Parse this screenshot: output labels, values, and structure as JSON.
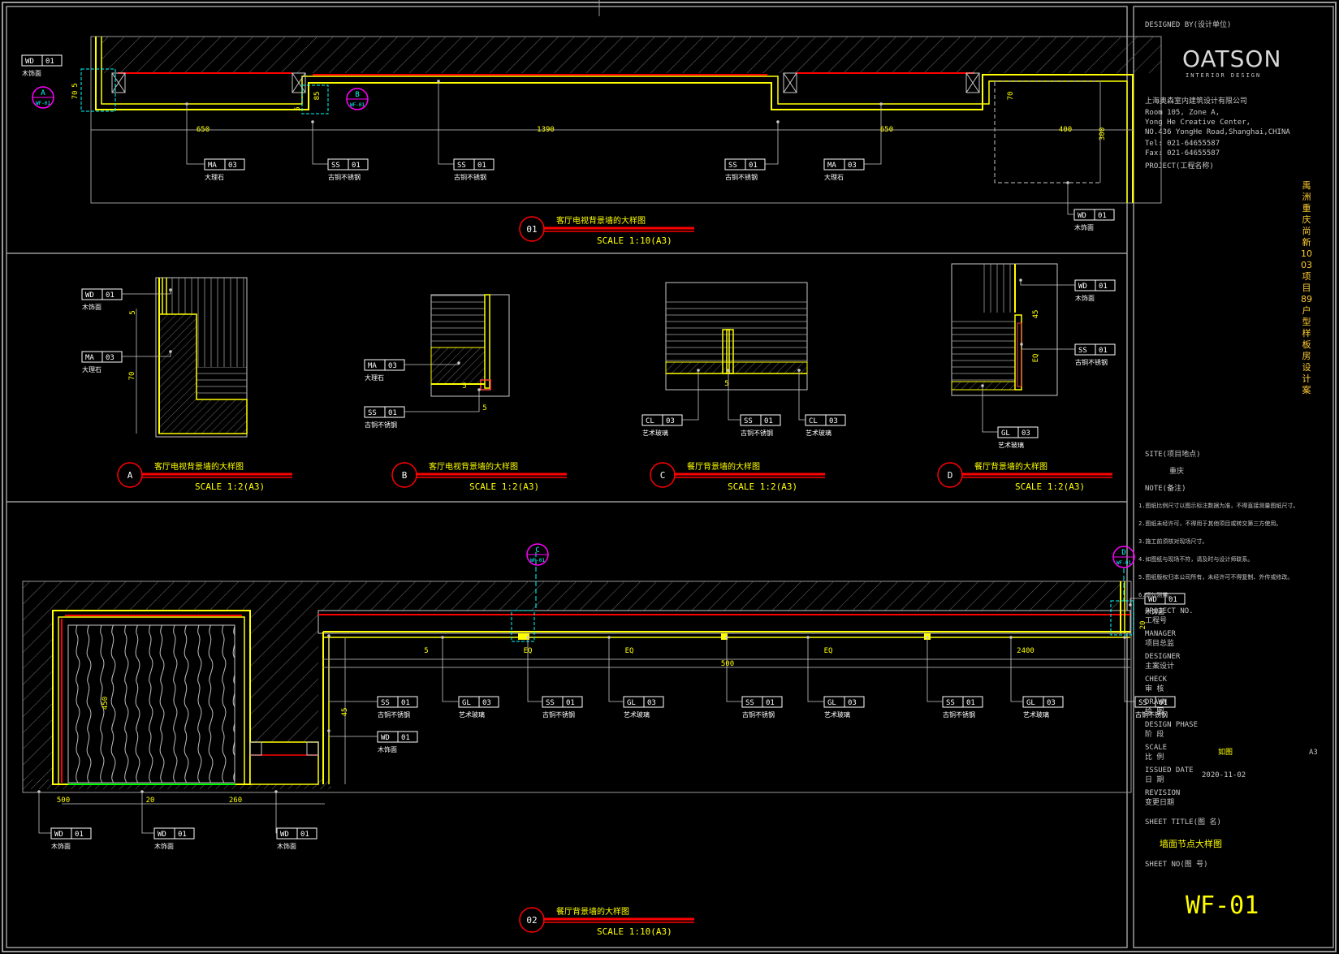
{
  "colors": {
    "background": "#000000",
    "frame": "#9a9a9a",
    "wall": "#ffff00",
    "title_bar": "#ff0000",
    "tag": "#ffffff",
    "marker": "#ff00ff",
    "detail": "#00ffff",
    "hatch": "#7a7a7a"
  },
  "views": [
    {
      "id": "01",
      "title": "客厅电视背景墙的大样图",
      "scale": "SCALE 1:10(A3)"
    },
    {
      "id": "A",
      "title": "客厅电视背景墙的大样图",
      "scale": "SCALE 1:2(A3)"
    },
    {
      "id": "B",
      "title": "客厅电视背景墙的大样图",
      "scale": "SCALE 1:2(A3)"
    },
    {
      "id": "C",
      "title": "餐厅背景墙的大样图",
      "scale": "SCALE 1:2(A3)"
    },
    {
      "id": "D",
      "title": "餐厅背景墙的大样图",
      "scale": "SCALE 1:2(A3)"
    },
    {
      "id": "02",
      "title": "餐厅背景墙的大样图",
      "scale": "SCALE 1:10(A3)"
    }
  ],
  "detail_markers": [
    {
      "id": "A",
      "ref": "WF-01"
    },
    {
      "id": "B",
      "ref": "WF-01"
    },
    {
      "id": "C",
      "ref": "WF-01"
    },
    {
      "id": "D",
      "ref": "WF-01"
    }
  ],
  "material_tags": [
    {
      "code": "WD",
      "num": "01",
      "label": "木饰面"
    },
    {
      "code": "MA",
      "num": "03",
      "label": "大理石"
    },
    {
      "code": "SS",
      "num": "01",
      "label": "古铜不锈钢"
    },
    {
      "code": "SS",
      "num": "01",
      "label": "古铜不锈钢"
    },
    {
      "code": "SS",
      "num": "01",
      "label": "古铜不锈钢"
    },
    {
      "code": "MA",
      "num": "03",
      "label": "大理石"
    },
    {
      "code": "WD",
      "num": "01",
      "label": "木饰面"
    },
    {
      "code": "WD",
      "num": "01",
      "label": "木饰面"
    },
    {
      "code": "MA",
      "num": "03",
      "label": "大理石"
    },
    {
      "code": "MA",
      "num": "03",
      "label": "大理石"
    },
    {
      "code": "SS",
      "num": "01",
      "label": "古铜不锈钢"
    },
    {
      "code": "CL",
      "num": "03",
      "label": "艺术玻璃"
    },
    {
      "code": "SS",
      "num": "01",
      "label": "古铜不锈钢"
    },
    {
      "code": "CL",
      "num": "03",
      "label": "艺术玻璃"
    },
    {
      "code": "WD",
      "num": "01",
      "label": "木饰面"
    },
    {
      "code": "SS",
      "num": "01",
      "label": "古铜不锈钢"
    },
    {
      "code": "GL",
      "num": "03",
      "label": "艺术玻璃"
    },
    {
      "code": "SS",
      "num": "01",
      "label": "古铜不锈钢"
    },
    {
      "code": "GL",
      "num": "03",
      "label": "艺术玻璃"
    },
    {
      "code": "SS",
      "num": "01",
      "label": "古铜不锈钢"
    },
    {
      "code": "GL",
      "num": "03",
      "label": "艺术玻璃"
    },
    {
      "code": "SS",
      "num": "01",
      "label": "古铜不锈钢"
    },
    {
      "code": "GL",
      "num": "03",
      "label": "艺术玻璃"
    },
    {
      "code": "SS",
      "num": "01",
      "label": "古铜不锈钢"
    },
    {
      "code": "GL",
      "num": "03",
      "label": "艺术玻璃"
    },
    {
      "code": "SS",
      "num": "01",
      "label": "古铜不锈钢"
    },
    {
      "code": "WD",
      "num": "01",
      "label": "木饰面"
    },
    {
      "code": "WD",
      "num": "01",
      "label": "木饰面"
    },
    {
      "code": "WD",
      "num": "01",
      "label": "木饰面"
    },
    {
      "code": "WD",
      "num": "01",
      "label": "木饰面"
    },
    {
      "code": "WD",
      "num": "01",
      "label": "木饰面"
    }
  ],
  "dimensions": [
    "650",
    "1390",
    "650",
    "400",
    "300",
    "70",
    "70",
    "5",
    "85",
    "5",
    "70",
    "5",
    "5",
    "5",
    "5",
    "45",
    "EQ",
    "5",
    "EQ",
    "EQ",
    "EQ",
    "2400",
    "500",
    "450",
    "45",
    "20",
    "500",
    "20",
    "260"
  ],
  "title_block": {
    "designed_by": "DESIGNED BY(设计单位)",
    "logo": "OATSON",
    "logo_sub": "INTERIOR DESIGN",
    "company": [
      "上海奥森室内建筑设计有限公司",
      "Room 105, Zone A,",
      "Yong He Creative Center,",
      "NO.436 YongHe Road,Shanghai,CHINA",
      "Tel:   021-64655587",
      "Fax:  021-64655587"
    ],
    "project_label": "PROJECT(工程名称)",
    "project_name": "禹洲重庆尚新1003项目89户型样板房设计案",
    "site_label": "SITE(项目地点)",
    "site_value": "重庆",
    "note_label": "NOTE(备注)",
    "notes": [
      "1.图纸比例尺寸以图示标注数据为准，不得直接测量图纸尺寸。",
      "2.图纸未经许可，不得用于其他项目或转交第三方使用。",
      "3.施工前须核对现场尺寸。",
      "4.如图纸与现场不符，请及时与设计师联系。",
      "5.图纸版权归本公司所有，未经许可不得复制、外传或修改。",
      "6.请勿测量。"
    ],
    "project_no_label": "PROJECT NO.",
    "project_no_cn": "工程号",
    "manager_label": "MANAGER",
    "manager_cn": "项目总监",
    "designer_label": "DESIGNER",
    "designer_cn": "主案设计",
    "check_label": "CHECK",
    "check_cn": "审 核",
    "drawn_label": "DRAWN",
    "drawn_cn": "绘 图",
    "phase_label": "DESIGN PHASE",
    "phase_cn": "阶 段",
    "scale_label": "SCALE",
    "scale_cn": "比 例",
    "scale_value": "如图",
    "paper": "A3",
    "issued_label": "ISSUED DATE",
    "issued_cn": "日 期",
    "issued_value": "2020-11-02",
    "revision_label": "REVISION",
    "revision_cn": "变更日期",
    "sheet_title_label": "SHEET TITLE(图 名)",
    "sheet_title": "墙面节点大样图",
    "sheet_no_label": "SHEET NO(图 号)",
    "sheet_no": "WF-01"
  }
}
